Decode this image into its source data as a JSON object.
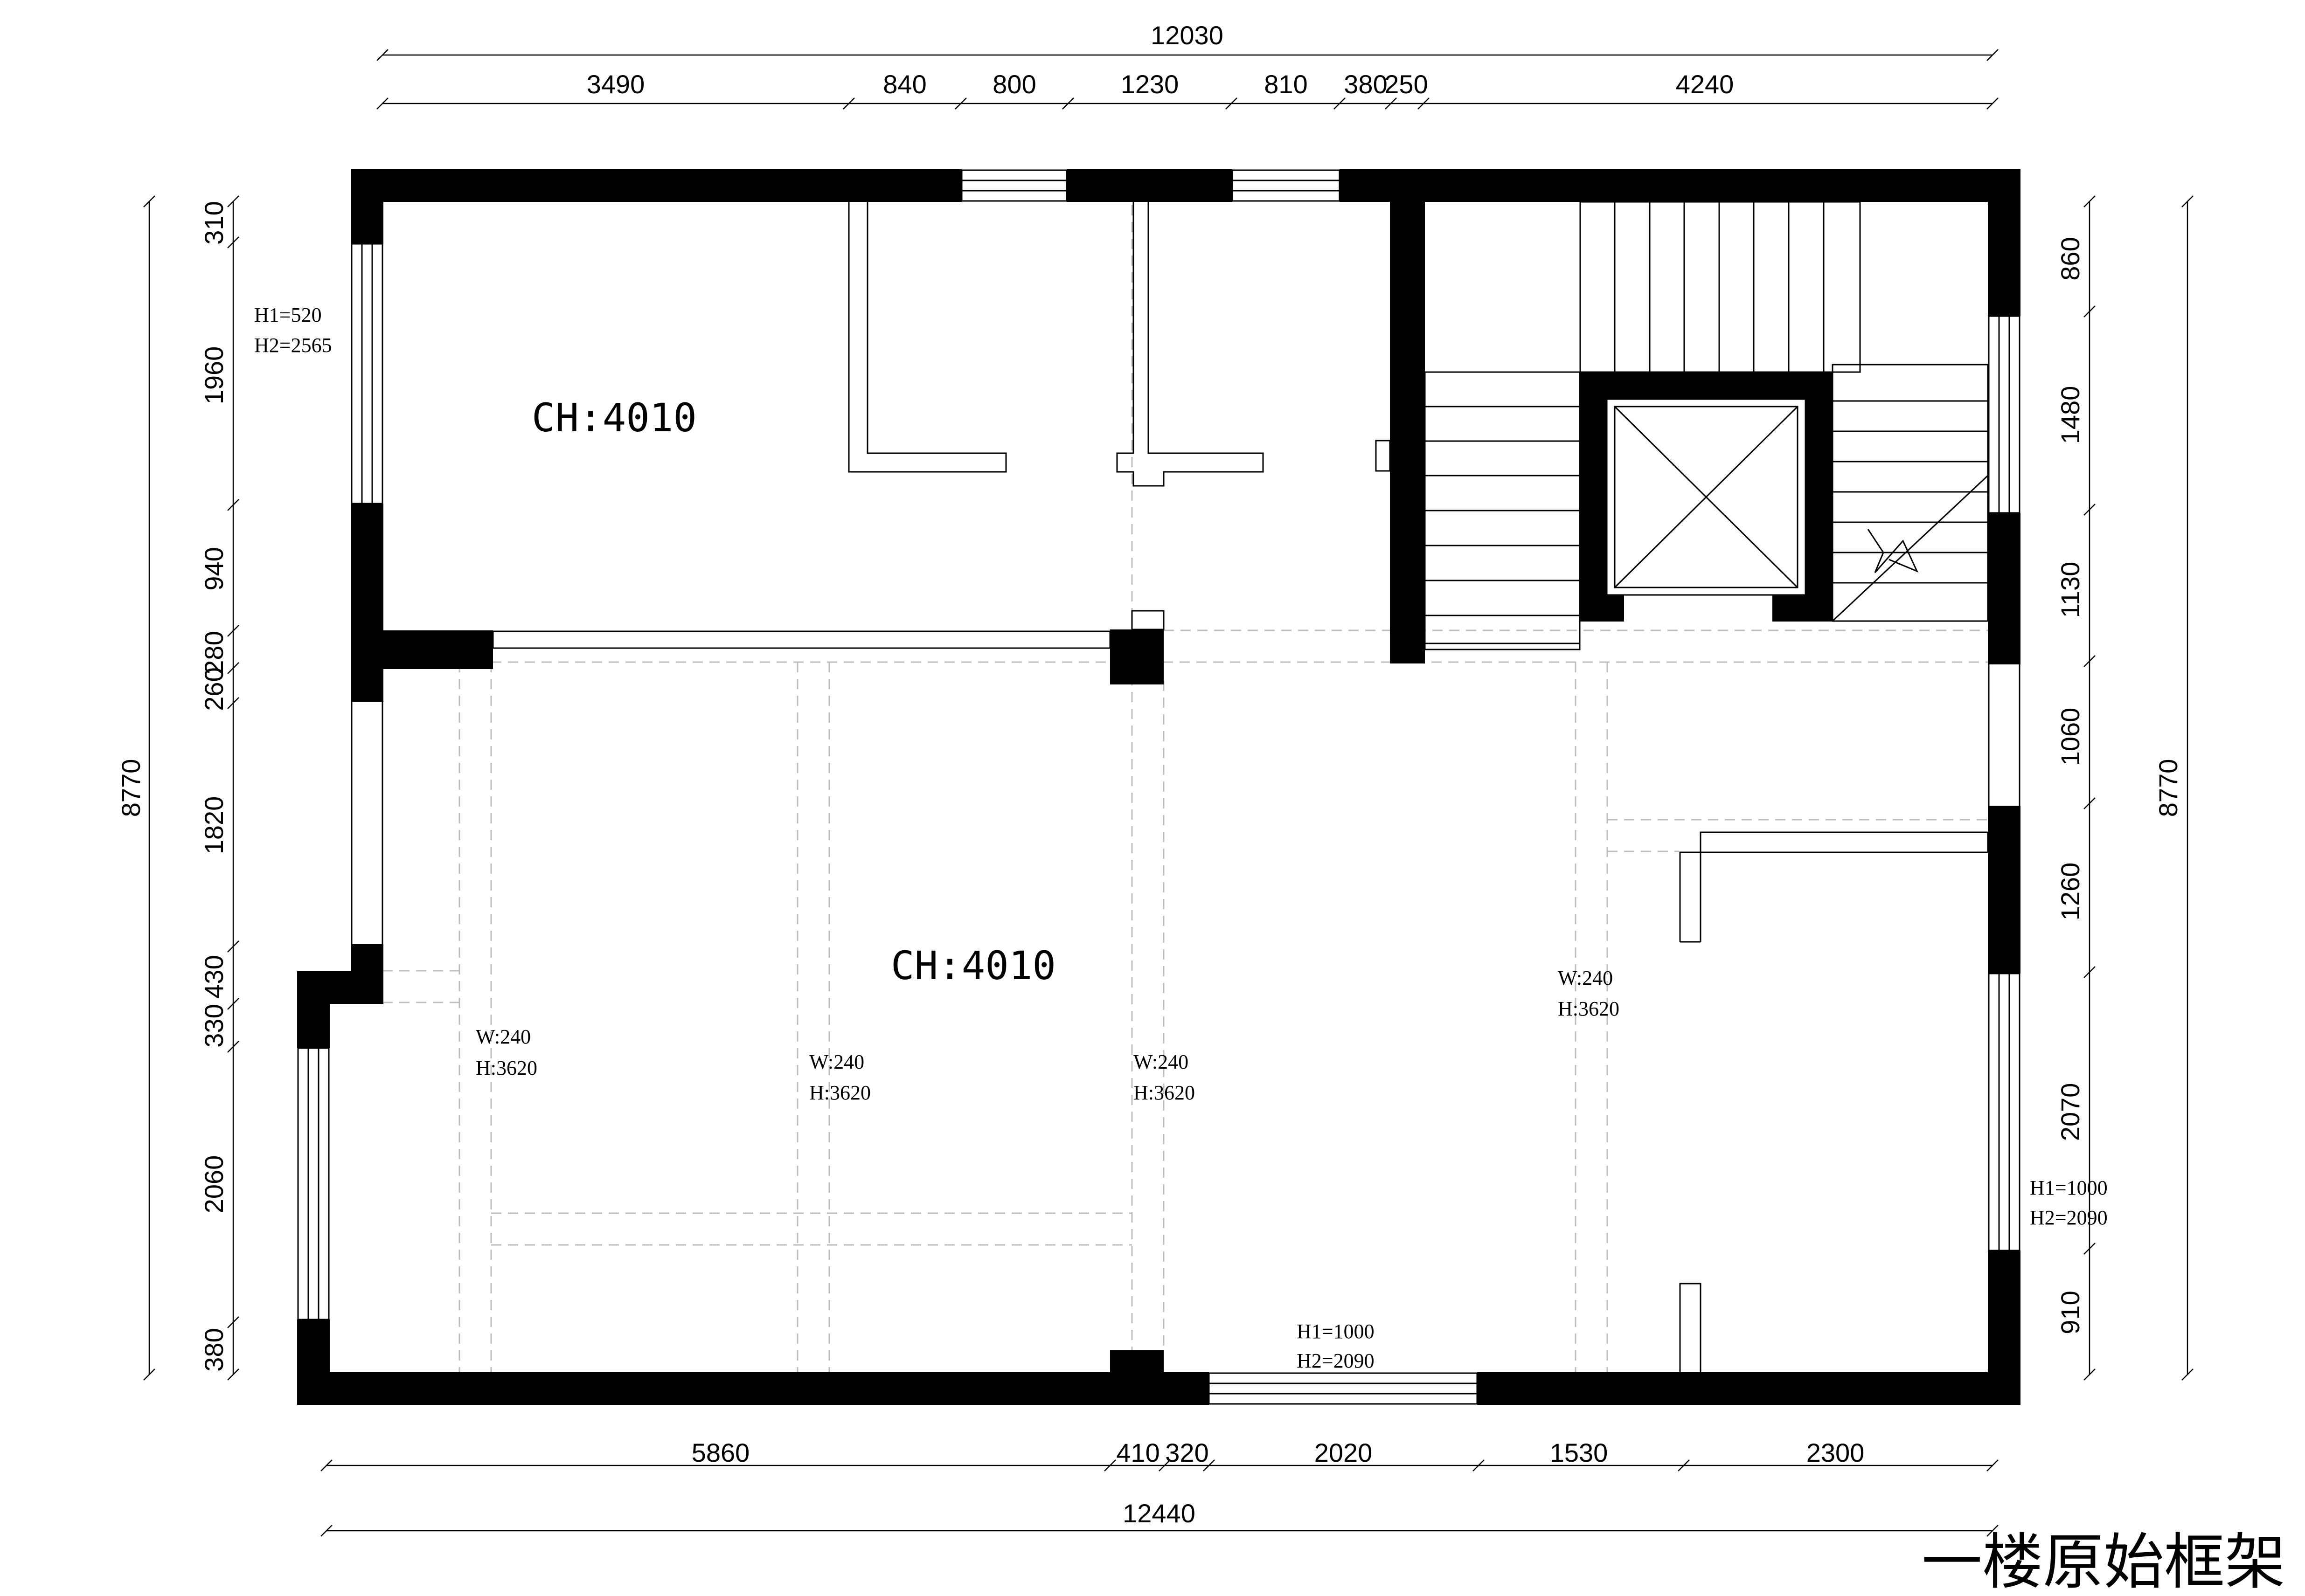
{
  "title": "一楼原始框架",
  "ceiling_labels": [
    "CH:4010",
    "CH:4010"
  ],
  "window_labels": [
    {
      "h1": "H1=520",
      "h2": "H2=2565"
    },
    {
      "h1": "H1=1000",
      "h2": "H2=2090"
    },
    {
      "h1": "H1=1000",
      "h2": "H2=2090"
    }
  ],
  "beam_labels": [
    {
      "w": "W:240",
      "h": "H:3620"
    },
    {
      "w": "W:240",
      "h": "H:3620"
    },
    {
      "w": "W:240",
      "h": "H:3620"
    },
    {
      "w": "W:240",
      "h": "H:3620"
    }
  ],
  "dimensions": {
    "top_total": "12030",
    "top_segments": [
      "3490",
      "840",
      "800",
      "1230",
      "810",
      "380",
      "250",
      "4240"
    ],
    "bottom_total": "12440",
    "bottom_segments": [
      "5860",
      "410",
      "320",
      "2020",
      "1530",
      "2300"
    ],
    "left_total": "8770",
    "left_segments": [
      "310",
      "1960",
      "940",
      "280",
      "260",
      "1820",
      "430",
      "330",
      "2060",
      "380"
    ],
    "right_total": "8770",
    "right_segments": [
      "860",
      "1480",
      "1130",
      "1060",
      "1260",
      "2070",
      "910"
    ]
  }
}
